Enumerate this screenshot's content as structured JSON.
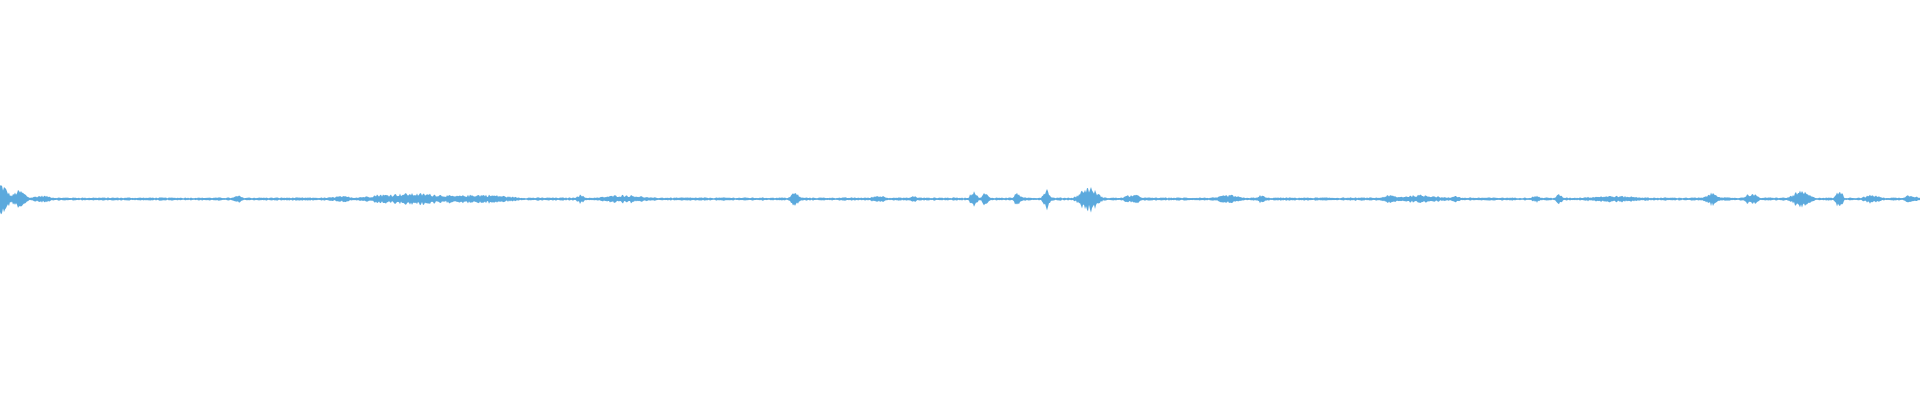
{
  "waveform": {
    "color": "#5ba9dd",
    "background": "#ffffff",
    "bursts": [
      {
        "t": 0.0,
        "w": 0.007,
        "a": 1.0
      },
      {
        "t": 0.01,
        "w": 0.006,
        "a": 0.55
      },
      {
        "t": 0.022,
        "w": 0.01,
        "a": 0.22
      },
      {
        "t": 0.124,
        "w": 0.004,
        "a": 0.22
      },
      {
        "t": 0.178,
        "w": 0.012,
        "a": 0.18
      },
      {
        "t": 0.198,
        "w": 0.01,
        "a": 0.3
      },
      {
        "t": 0.215,
        "w": 0.04,
        "a": 0.36
      },
      {
        "t": 0.25,
        "w": 0.03,
        "a": 0.28
      },
      {
        "t": 0.302,
        "w": 0.004,
        "a": 0.28
      },
      {
        "t": 0.325,
        "w": 0.02,
        "a": 0.26
      },
      {
        "t": 0.414,
        "w": 0.004,
        "a": 0.42
      },
      {
        "t": 0.458,
        "w": 0.008,
        "a": 0.22
      },
      {
        "t": 0.476,
        "w": 0.004,
        "a": 0.2
      },
      {
        "t": 0.507,
        "w": 0.003,
        "a": 0.58
      },
      {
        "t": 0.513,
        "w": 0.003,
        "a": 0.4
      },
      {
        "t": 0.53,
        "w": 0.003,
        "a": 0.44
      },
      {
        "t": 0.545,
        "w": 0.003,
        "a": 0.68
      },
      {
        "t": 0.567,
        "w": 0.008,
        "a": 0.78
      },
      {
        "t": 0.59,
        "w": 0.008,
        "a": 0.28
      },
      {
        "t": 0.64,
        "w": 0.01,
        "a": 0.26
      },
      {
        "t": 0.657,
        "w": 0.003,
        "a": 0.28
      },
      {
        "t": 0.724,
        "w": 0.008,
        "a": 0.24
      },
      {
        "t": 0.74,
        "w": 0.02,
        "a": 0.26
      },
      {
        "t": 0.758,
        "w": 0.004,
        "a": 0.24
      },
      {
        "t": 0.8,
        "w": 0.004,
        "a": 0.22
      },
      {
        "t": 0.812,
        "w": 0.003,
        "a": 0.3
      },
      {
        "t": 0.84,
        "w": 0.03,
        "a": 0.2
      },
      {
        "t": 0.892,
        "w": 0.006,
        "a": 0.4
      },
      {
        "t": 0.912,
        "w": 0.006,
        "a": 0.36
      },
      {
        "t": 0.938,
        "w": 0.008,
        "a": 0.5
      },
      {
        "t": 0.958,
        "w": 0.003,
        "a": 0.62
      },
      {
        "t": 0.975,
        "w": 0.008,
        "a": 0.26
      },
      {
        "t": 0.995,
        "w": 0.006,
        "a": 0.28
      }
    ]
  }
}
